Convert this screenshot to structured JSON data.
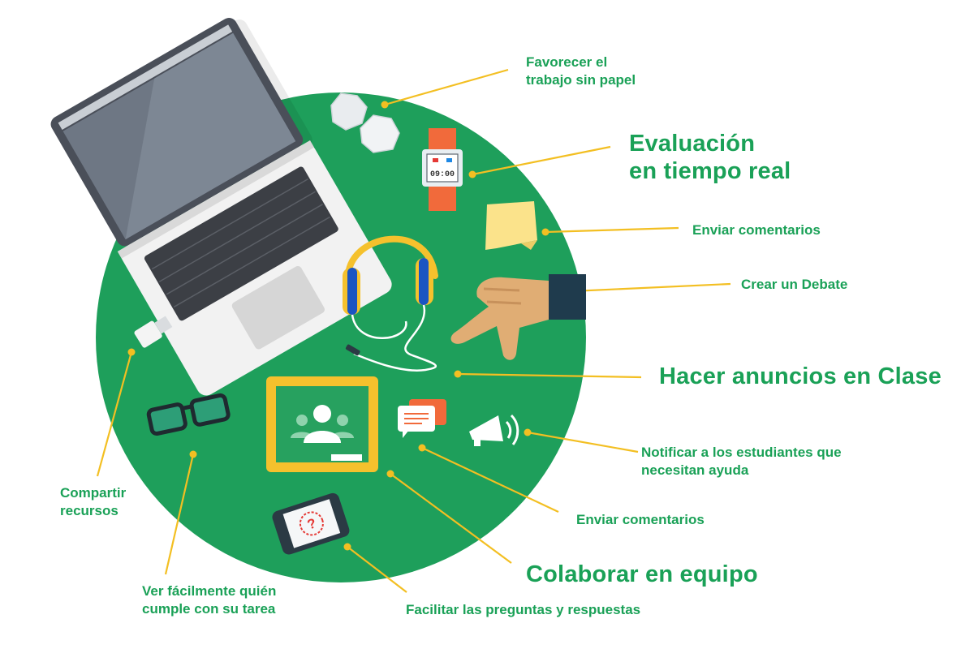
{
  "colors": {
    "circle": "#1e9f5b",
    "text": "#1aa157",
    "connector": "#f3bf22",
    "board": "#f5c12d"
  },
  "icons": [
    "laptop-icon",
    "crumpled-paper-icon",
    "watch-icon",
    "sticky-note-icon",
    "headphones-icon",
    "hand-icon",
    "usb-drive-icon",
    "glasses-icon",
    "classroom-board-icon",
    "chat-icon",
    "megaphone-icon",
    "phone-icon"
  ],
  "watch_time": "09:00",
  "phone_glyph": "?",
  "labels": {
    "paperless": {
      "line1": "Favorecer el",
      "line2": "trabajo sin papel"
    },
    "evaluation": {
      "line1": "Evaluación",
      "line2": "en tiempo real"
    },
    "feedback_top": "Enviar comentarios",
    "debate": "Crear un Debate",
    "announcements": "Hacer anuncios en Clase",
    "notify": {
      "line1": "Notificar a los estudiantes que",
      "line2": "necesitan ayuda"
    },
    "feedback_bottom": "Enviar comentarios",
    "collaborate": "Colaborar en equipo",
    "questions": "Facilitar las preguntas y respuestas",
    "homework": {
      "line1": "Ver fácilmente quién",
      "line2": "cumple con su tarea"
    },
    "resources": {
      "line1": "Compartir",
      "line2": "recursos"
    }
  }
}
